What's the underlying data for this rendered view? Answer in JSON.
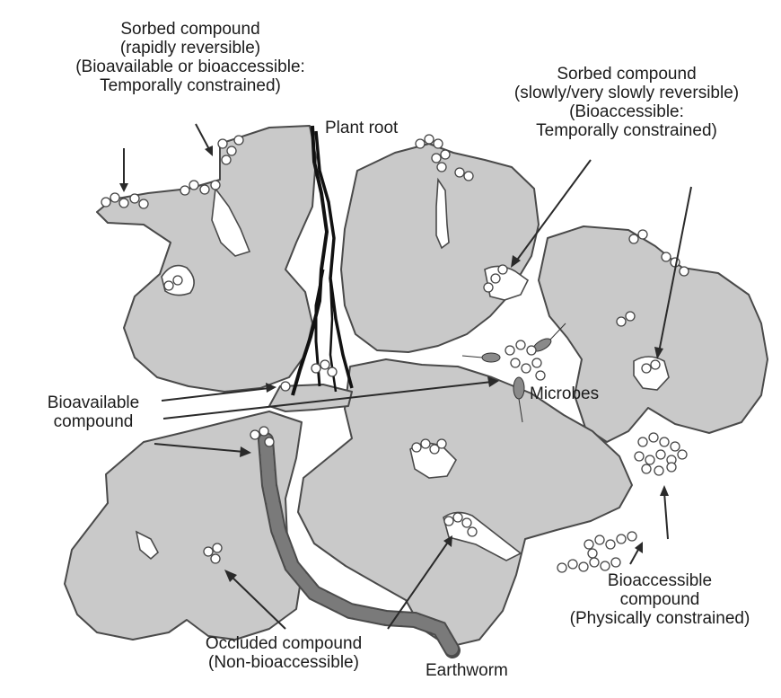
{
  "labels": {
    "sorbed_rapid": [
      "Sorbed compound",
      "(rapidly reversible)",
      "(Bioavailable or bioaccessible:",
      "Temporally constrained)"
    ],
    "plant_root": "Plant root",
    "sorbed_slow": [
      "Sorbed compound",
      "(slowly/very slowly reversible)",
      "(Bioaccessible:",
      "Temporally constrained)"
    ],
    "bioavailable": [
      "Bioavailable",
      "compound"
    ],
    "microbes": "Microbes",
    "bioaccessible": [
      "Bioaccessible",
      "compound",
      "(Physically constrained)"
    ],
    "occluded": [
      "Occluded compound",
      "(Non-bioaccessible)"
    ],
    "earthworm": "Earthworm"
  },
  "colors": {
    "aggregate_fill": "#c9c9c9",
    "outline": "#4a4a4a",
    "root": "#111111",
    "earthworm": "#6e6e6e",
    "microbe": "#8a8a8a"
  }
}
